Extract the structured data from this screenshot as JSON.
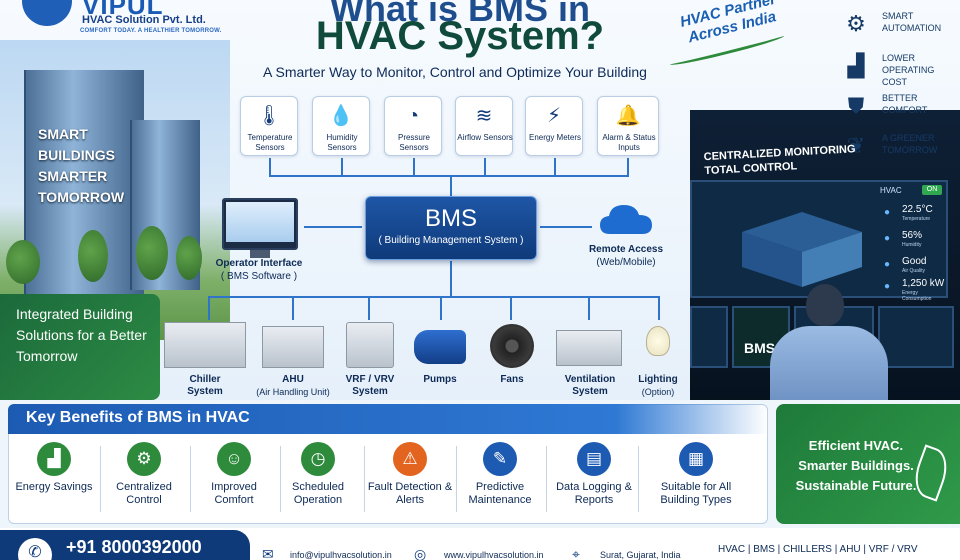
{
  "header": {
    "logo_name": "VIPUL",
    "company": "HVAC Solution Pvt. Ltd.",
    "tagline": "COMFORT TODAY. A HEALTHIER TOMORROW.",
    "title_line1": "What is BMS in",
    "title_line2": "HVAC System?",
    "subtitle": "A Smarter Way to Monitor, Control and Optimize Your Building",
    "partner_line1": "HVAC Partner",
    "partner_line2": "Across India"
  },
  "features": [
    {
      "label": "SMART AUTOMATION",
      "icon": "gear-icon"
    },
    {
      "label": "LOWER OPERATING COST",
      "icon": "bar-chart-icon"
    },
    {
      "label": "BETTER COMFORT",
      "icon": "shield-check-icon"
    },
    {
      "label": "A GREENER TOMORROW",
      "icon": "leaf-icon"
    }
  ],
  "left_scene": {
    "smart_text": "SMART BUILDINGS SMARTER TOMORROW",
    "integrated_text": "Integrated Building Solutions for a Better Tomorrow"
  },
  "sensors": [
    {
      "label": "Temperature Sensors",
      "icon": "thermometer-icon"
    },
    {
      "label": "Humidity Sensors",
      "icon": "droplet-icon"
    },
    {
      "label": "Pressure Sensors",
      "icon": "gauge-icon"
    },
    {
      "label": "Airflow Sensors",
      "icon": "wind-icon"
    },
    {
      "label": "Energy Meters",
      "icon": "bolt-icon"
    },
    {
      "label": "Alarm & Status Inputs",
      "icon": "bell-icon"
    }
  ],
  "bms": {
    "title": "BMS",
    "subtitle": "( Building Management System )"
  },
  "operator": {
    "label": "Operator Interface",
    "sub": "( BMS Software )"
  },
  "remote": {
    "label": "Remote Access",
    "sub": "(Web/Mobile)"
  },
  "equipment": [
    {
      "label": "Chiller",
      "sub": "System"
    },
    {
      "label": "AHU",
      "sub": "(Air Handling Unit)"
    },
    {
      "label": "VRF / VRV",
      "sub": "System"
    },
    {
      "label": "Pumps",
      "sub": ""
    },
    {
      "label": "Fans",
      "sub": ""
    },
    {
      "label": "Ventilation",
      "sub": "System"
    },
    {
      "label": "Lighting",
      "sub": "(Option)"
    }
  ],
  "monitoring": {
    "title": "CENTRALIZED MONITORING TOTAL CONTROL",
    "hvac_label": "HVAC",
    "status": "ON",
    "stats": [
      {
        "value": "22.5°C",
        "label": "Temperature"
      },
      {
        "value": "56%",
        "label": "Humidity"
      },
      {
        "value": "Good",
        "label": "Air Quality"
      },
      {
        "value": "1,250 kW",
        "label": "Energy Consumption"
      }
    ],
    "screen_label": "BMS"
  },
  "benefits": {
    "title": "Key Benefits of BMS in HVAC",
    "items": [
      {
        "label": "Energy Savings",
        "icon": "bar-chart-icon",
        "color": "#2e8b3b"
      },
      {
        "label": "Centralized Control",
        "icon": "gear-icon",
        "color": "#2e8b3b"
      },
      {
        "label": "Improved Comfort",
        "icon": "people-icon",
        "color": "#2e8b3b"
      },
      {
        "label": "Scheduled Operation",
        "icon": "stopwatch-icon",
        "color": "#2e8b3b"
      },
      {
        "label": "Fault Detection & Alerts",
        "icon": "warning-icon",
        "color": "#e2641f"
      },
      {
        "label": "Predictive Maintenance",
        "icon": "wrench-icon",
        "color": "#1d5bb3"
      },
      {
        "label": "Data Logging & Reports",
        "icon": "document-icon",
        "color": "#1d5bb3"
      },
      {
        "label": "Suitable for All Building Types",
        "icon": "building-icon",
        "color": "#1d5bb3"
      }
    ]
  },
  "efficient": {
    "text": "Efficient HVAC. Smarter Buildings. Sustainable Future."
  },
  "footer": {
    "phone": "+91 8000392000",
    "email": "info@vipulhvacsolution.in",
    "website": "www.vipulhvacsolution.in",
    "location": "Surat, Gujarat, India",
    "tags": "HVAC  |  BMS  |  CHILLERS  |  AHU  |  VRF / VRV"
  }
}
